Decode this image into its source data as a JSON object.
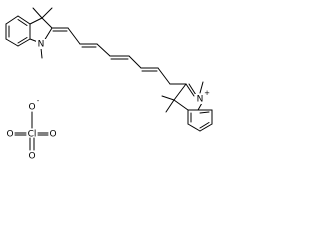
{
  "structure": {
    "left_indoline": {
      "nitrogen": "N"
    },
    "right_indolium": {
      "nitrogen": "N",
      "charge": "+"
    },
    "perchlorate": {
      "chlorine": "Cl",
      "oxygen_top": "O",
      "oxygen_charge": "-",
      "oxygen_left": "O",
      "oxygen_right": "O",
      "oxygen_bottom": "O"
    }
  }
}
